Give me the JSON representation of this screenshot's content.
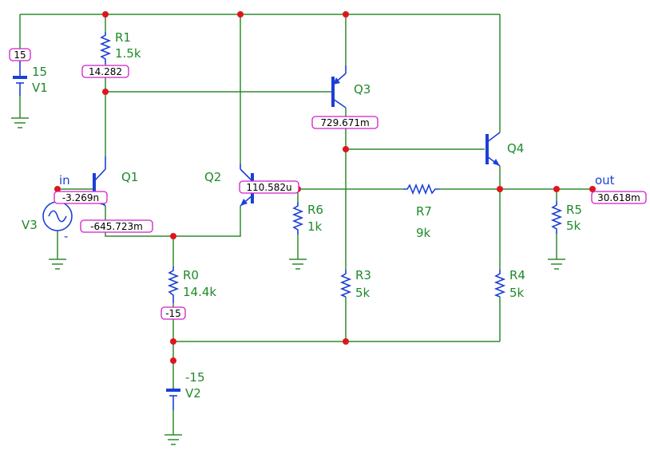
{
  "components": {
    "R1": {
      "name": "R1",
      "value": "1.5k"
    },
    "R0": {
      "name": "R0",
      "value": "14.4k"
    },
    "R6": {
      "name": "R6",
      "value": "1k"
    },
    "R7": {
      "name": "R7",
      "value": "9k"
    },
    "R3": {
      "name": "R3",
      "value": "5k"
    },
    "R4": {
      "name": "R4",
      "value": "5k"
    },
    "R5": {
      "name": "R5",
      "value": "5k"
    },
    "V1": {
      "name": "V1",
      "value": "15"
    },
    "V2": {
      "name": "V2",
      "value": "-15"
    },
    "V3": {
      "name": "V3"
    },
    "Q1": {
      "name": "Q1"
    },
    "Q2": {
      "name": "Q2"
    },
    "Q3": {
      "name": "Q3"
    },
    "Q4": {
      "name": "Q4"
    }
  },
  "nets": {
    "in": "in",
    "out": "out"
  },
  "polarity": {
    "minus": "-"
  },
  "probes": {
    "v1_node": "15",
    "r1_bottom": "14.282",
    "q3_collector": "729.671m",
    "q2_base": "110.582u",
    "in_node": "-3.269n",
    "emitter_node": "-645.723m",
    "r0_bottom": "-15",
    "out_node": "30.618m"
  },
  "colors": {
    "wire": "#2e8b2e",
    "device": "#1c3fd6",
    "node": "#e0151b",
    "probe_border": "#d21ec8"
  }
}
